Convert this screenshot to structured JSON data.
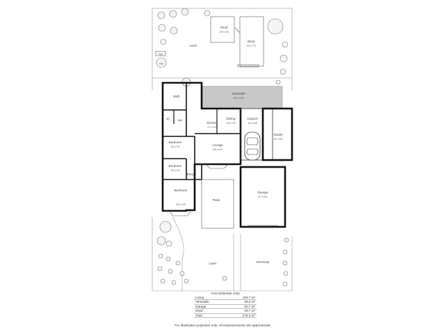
{
  "rooms": {
    "shed1": {
      "name": "Shed",
      "dims": "2.9 x 3.5"
    },
    "shed2": {
      "name": "Shed",
      "dims": "3.4 x 7.0"
    },
    "verandah": {
      "name": "Verandah",
      "dims": "10.6 x 3.6"
    },
    "bath": {
      "name": "Bath"
    },
    "wc": {
      "name": "WC"
    },
    "bath2": {
      "name": "Bath"
    },
    "kitchen": {
      "name": "Kitchen",
      "dims": "2.7 x 3.1"
    },
    "dining": {
      "name": "Dining",
      "dims": "2.5 x 3.5"
    },
    "carport": {
      "name": "Carport",
      "dims": "3.3 x 6.8"
    },
    "studio": {
      "name": "Studio",
      "dims": "3.2 x 6.0"
    },
    "bedroom1": {
      "name": "Bedroom",
      "dims": "3.5 x 3.2"
    },
    "lounge": {
      "name": "Lounge",
      "dims": "6.6 x 3.4"
    },
    "bedroom2": {
      "name": "Bedroom",
      "dims": "3.5 x 3.5"
    },
    "entry": {
      "name": "Entry"
    },
    "bedroom3": {
      "name": "Bedroom",
      "dims": "4.6 x 3.5"
    },
    "garage": {
      "name": "Garage",
      "dims": "6.7 x 6.4"
    },
    "patio": {
      "name": "Patio"
    }
  },
  "outdoor": {
    "lawn_top": "Lawn",
    "lawn_bottom": "Lawn",
    "driveway": "Driveway",
    "pad": "Pad",
    "ref": "Ref"
  },
  "area": {
    "title": "Area (Estimate only)",
    "rows": [
      {
        "label": "Living",
        "value": "162.7 m²"
      },
      {
        "label": "Verandah",
        "value": "38.2 m²"
      },
      {
        "label": "Garage",
        "value": "50.7 m²"
      },
      {
        "label": "Shed",
        "value": "29.7 m²"
      },
      {
        "label": "Total",
        "value": "279.3 m²"
      }
    ]
  },
  "disclaimer": "For illustrative purposes only. All measurements are approximate",
  "colors": {
    "verandah_fill": "#c8c8c8",
    "wall": "#111111"
  }
}
